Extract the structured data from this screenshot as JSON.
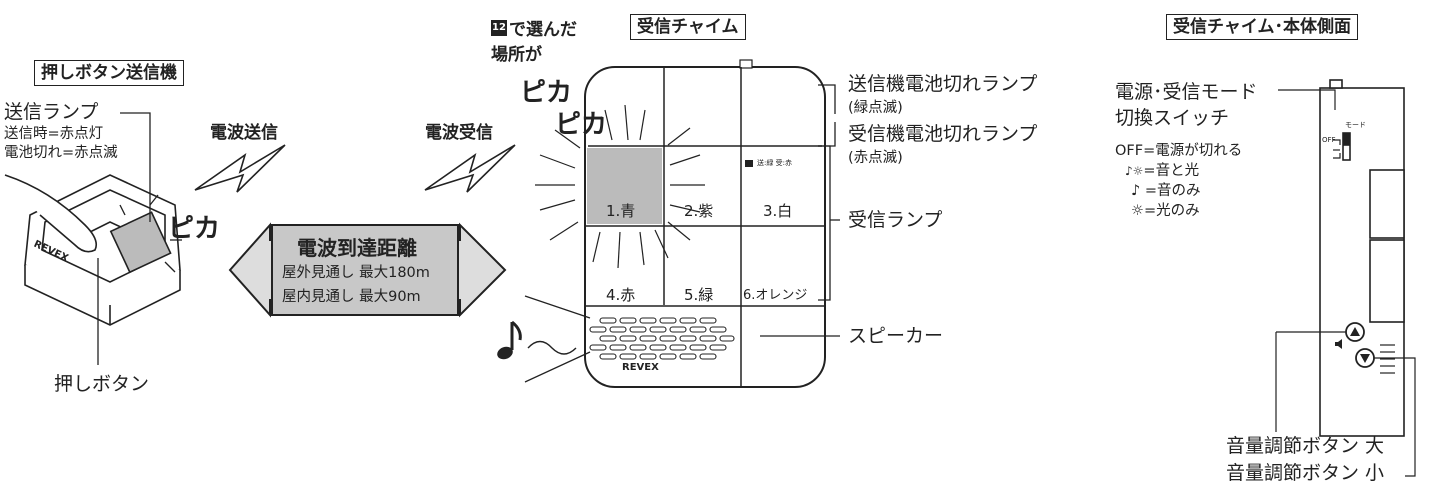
{
  "transmitter": {
    "title": "押しボタン送信機",
    "lamp_label": "送信ランプ",
    "lamp_desc1": "送信時=赤点灯",
    "lamp_desc2": "電池切れ=赤点滅",
    "pika": "ピカ",
    "button_label": "押しボタン",
    "brand": "REVEX"
  },
  "wave": {
    "send": "電波送信",
    "receive": "電波受信"
  },
  "range": {
    "title": "電波到達距離",
    "outdoor": "屋外見通し 最大180m",
    "indoor": "屋内見通し 最大90m"
  },
  "chime": {
    "title": "受信チャイム",
    "note_badge": "12",
    "note_line1": "で選んだ",
    "note_line2": "場所が",
    "pika1": "ピカ",
    "pika2": "ピカ",
    "status_text": "送:緑 受:赤",
    "cells": [
      "1.青",
      "2.紫",
      "3.白",
      "4.赤",
      "5.緑",
      "6.オレンジ"
    ],
    "brand": "REVEX",
    "send_battery_lamp": "送信機電池切れランプ",
    "send_battery_sub": "(緑点滅)",
    "recv_battery_lamp": "受信機電池切れランプ",
    "recv_battery_sub": "(赤点滅)",
    "receive_lamp": "受信ランプ",
    "speaker": "スピーカー"
  },
  "side": {
    "title": "受信チャイム･本体側面",
    "switch_label1": "電源･受信モード",
    "switch_label2": "切換スイッチ",
    "opt_off": "OFF=電源が切れる",
    "opt_sound_light": "=音と光",
    "opt_sound": "♪ =音のみ",
    "opt_light": "☼=光のみ",
    "mode_label": "モード",
    "off_mark": "OFF",
    "vol_up": "音量調節ボタン 大",
    "vol_down": "音量調節ボタン 小"
  }
}
